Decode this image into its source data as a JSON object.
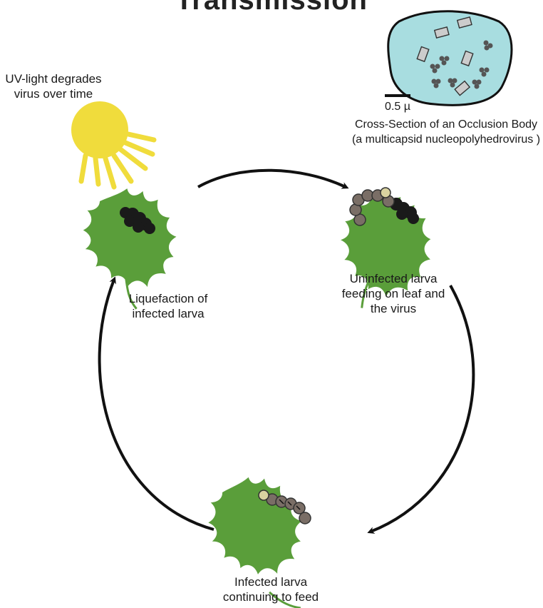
{
  "title": "Transmission",
  "labels": {
    "uv": "UV-light degrades\nvirus over time",
    "scale": "0.5 µ",
    "cross_section": "Cross-Section of an Occlusion Body\n(a multicapsid nucleopolyhedrovirus )",
    "liquefaction": "Liquefaction of\ninfected larva",
    "uninfected": "Uninfected larva\nfeeding on leaf and\nthe virus",
    "infected": "Infected larva\ncontinuing to feed"
  },
  "colors": {
    "leaf": "#5a9e3a",
    "sun": "#f0dc3c",
    "occlusion_body": "#a8dde0",
    "larva_dead": "#1a1a1a",
    "larva_body": "#7a6e66",
    "larva_head": "#d9d2a0",
    "arrow": "#111111"
  }
}
